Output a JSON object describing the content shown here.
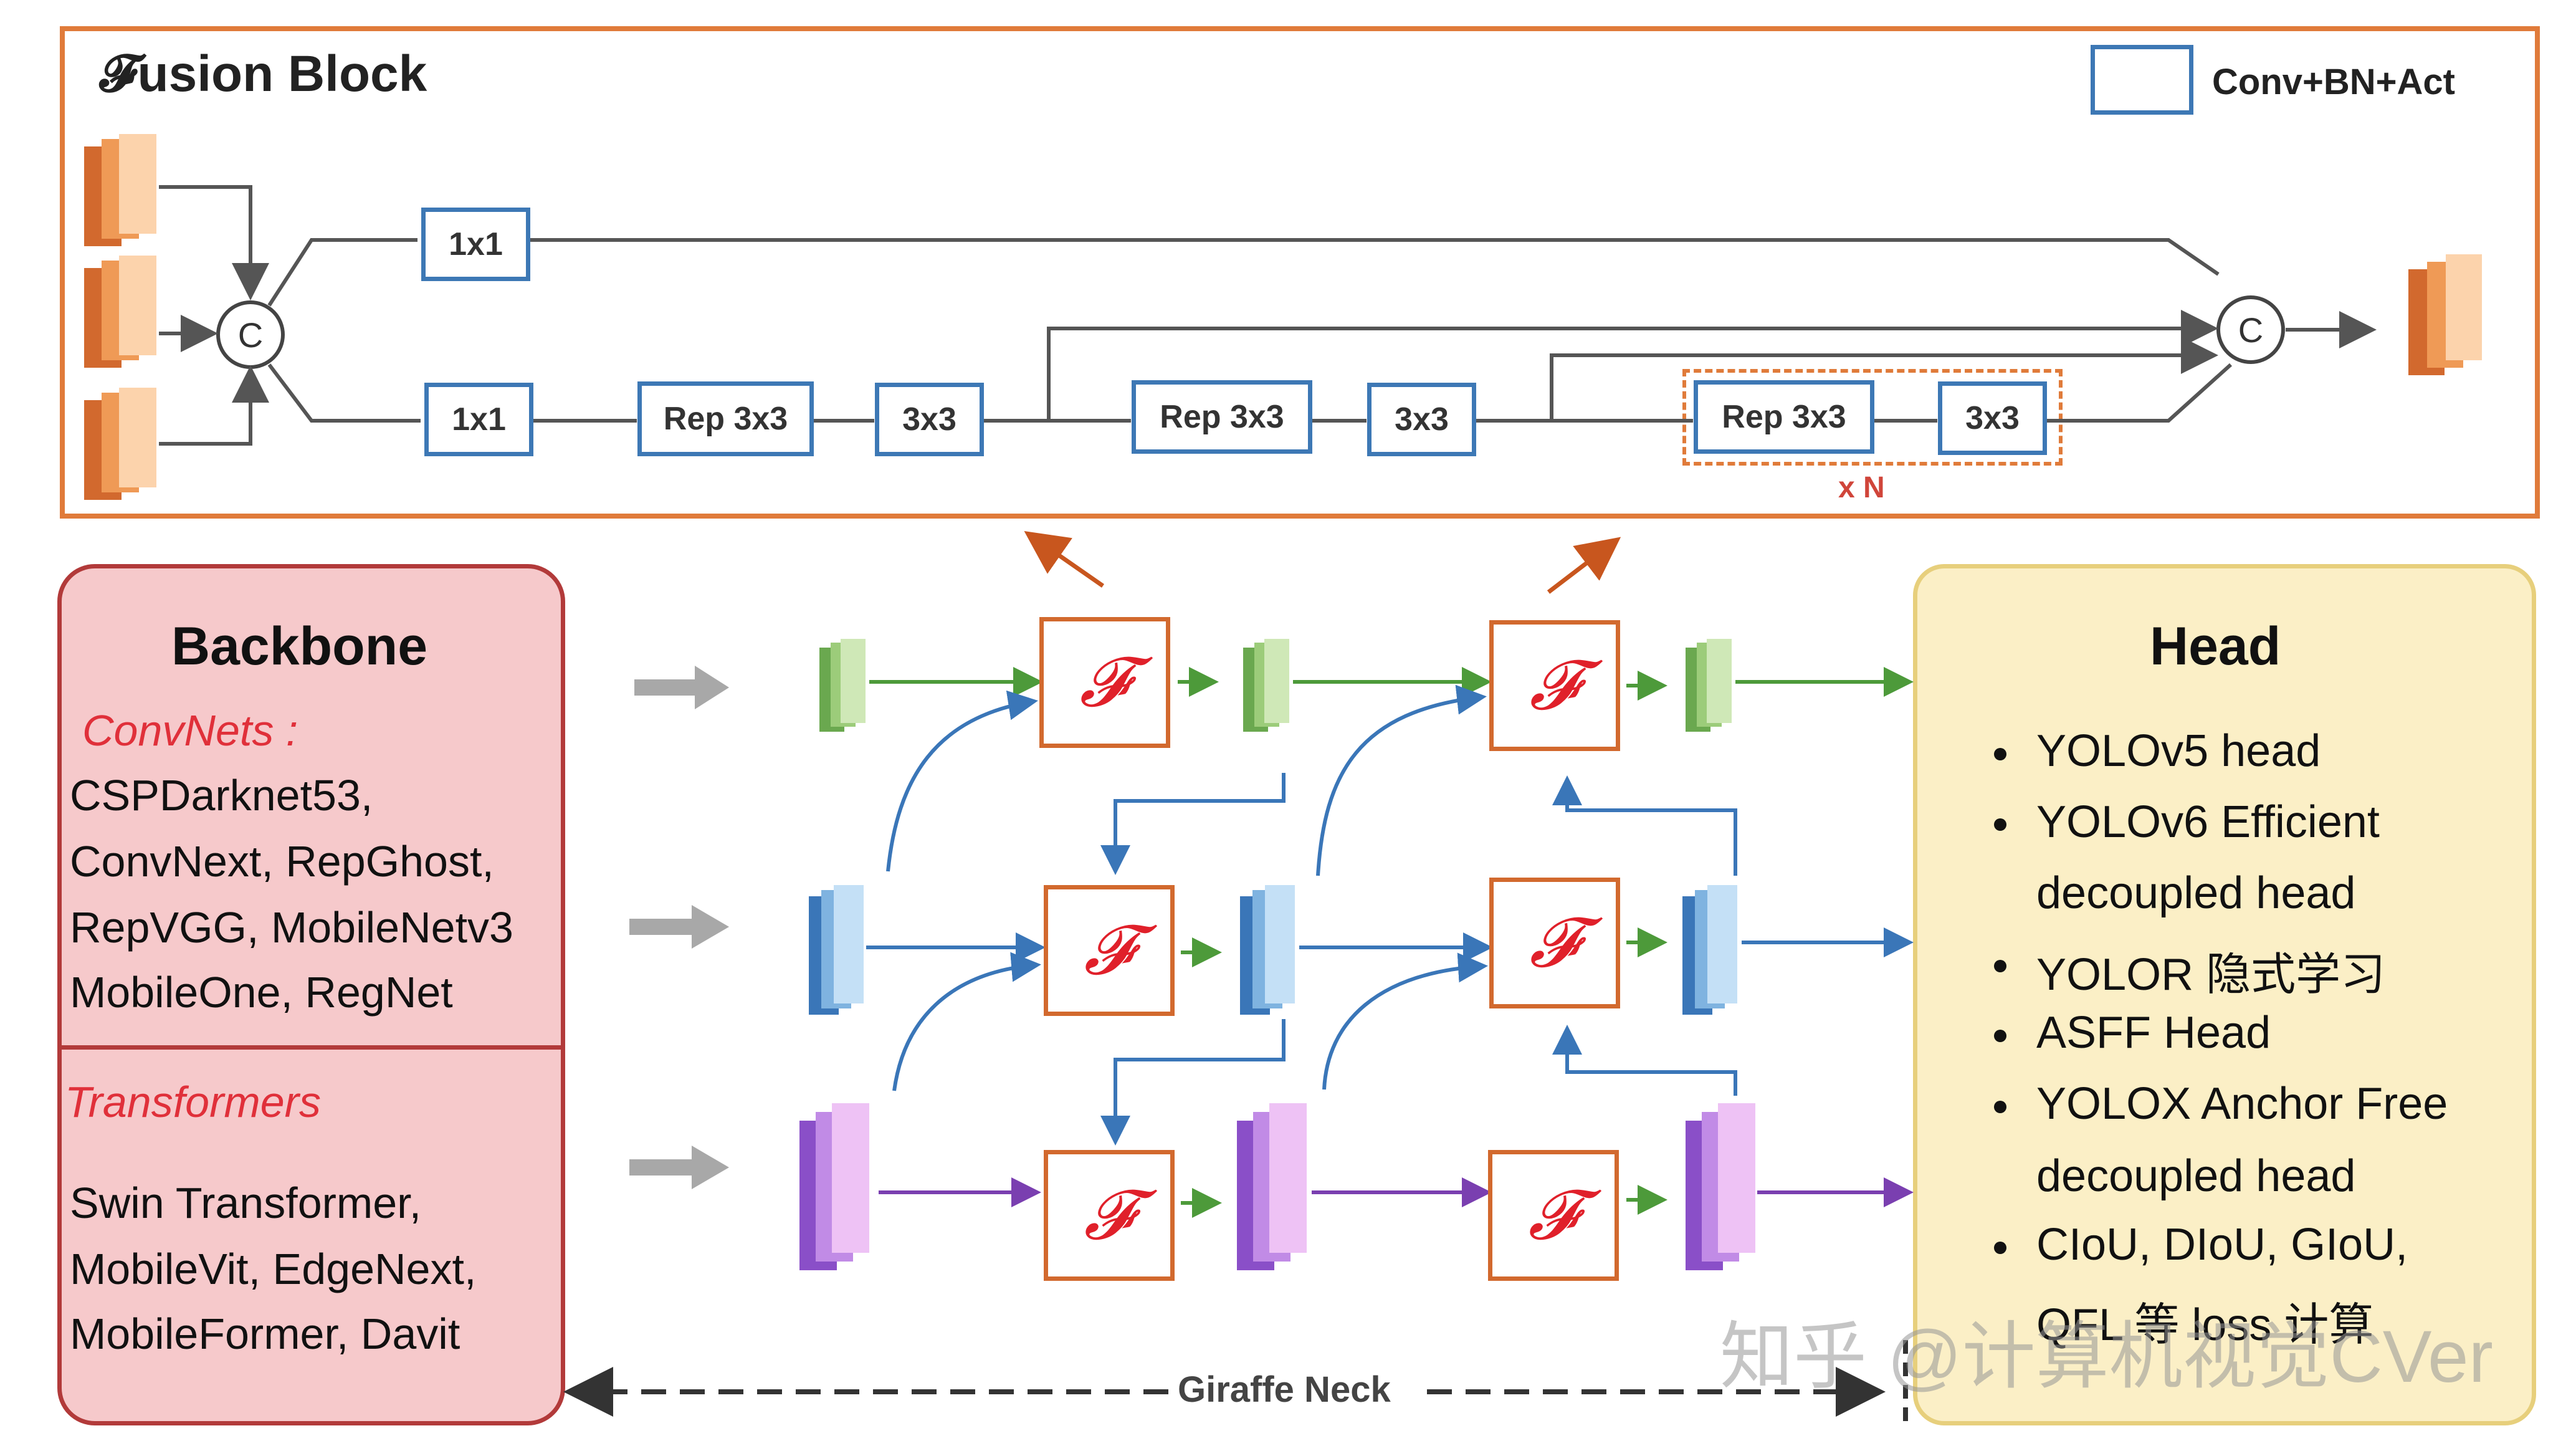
{
  "fusion_block": {
    "title": "𝓕usion Block",
    "legend_label": "Conv+BN+Act",
    "concat_label": "C",
    "top_branch_conv": "1x1",
    "bottom_branch": [
      "1x1",
      "Rep 3x3",
      "3x3",
      "Rep 3x3",
      "3x3"
    ],
    "repeat_group": [
      "Rep 3x3",
      "3x3"
    ],
    "repeat_label": "x N"
  },
  "backbone": {
    "title": "Backbone",
    "convnets_label": "ConvNets :",
    "convnets_lines": [
      "CSPDarknet53,",
      "ConvNext, RepGhost,",
      "RepVGG, MobileNetv3",
      "MobileOne, RegNet"
    ],
    "transformers_label": "Transformers",
    "transformers_lines": [
      "Swin Transformer,",
      "MobileVit, EdgeNext,",
      "MobileFormer, Davit"
    ]
  },
  "neck": {
    "fusion_symbol": "𝓕",
    "label": "Giraffe Neck"
  },
  "head": {
    "title": "Head",
    "items": [
      {
        "lines": [
          "YOLOv5 head"
        ]
      },
      {
        "lines": [
          "YOLOv6 Efficient",
          "decoupled head"
        ]
      },
      {
        "lines": [
          "YOLOR 隐式学习"
        ]
      },
      {
        "lines": [
          "ASFF Head"
        ]
      },
      {
        "lines": [
          "YOLOX  Anchor Free",
          " decoupled head"
        ]
      },
      {
        "lines": [
          "CIoU, DIoU, GIoU,",
          "QFL 等 loss 计算"
        ]
      }
    ]
  },
  "watermark": "知乎 @计算机视觉CVer",
  "colors": {
    "fusion_border": "#e07b3a",
    "conv_border": "#3d78b5",
    "backbone_fill": "#f6c9cb",
    "backbone_border": "#b23a3a",
    "head_fill": "#fbefc6",
    "head_border": "#e7cf7c",
    "fusion_symbol": "#e0202a",
    "green_path": "#4d9a3a",
    "blue_path": "#3a76b8",
    "purple_path": "#7a3fb0"
  }
}
